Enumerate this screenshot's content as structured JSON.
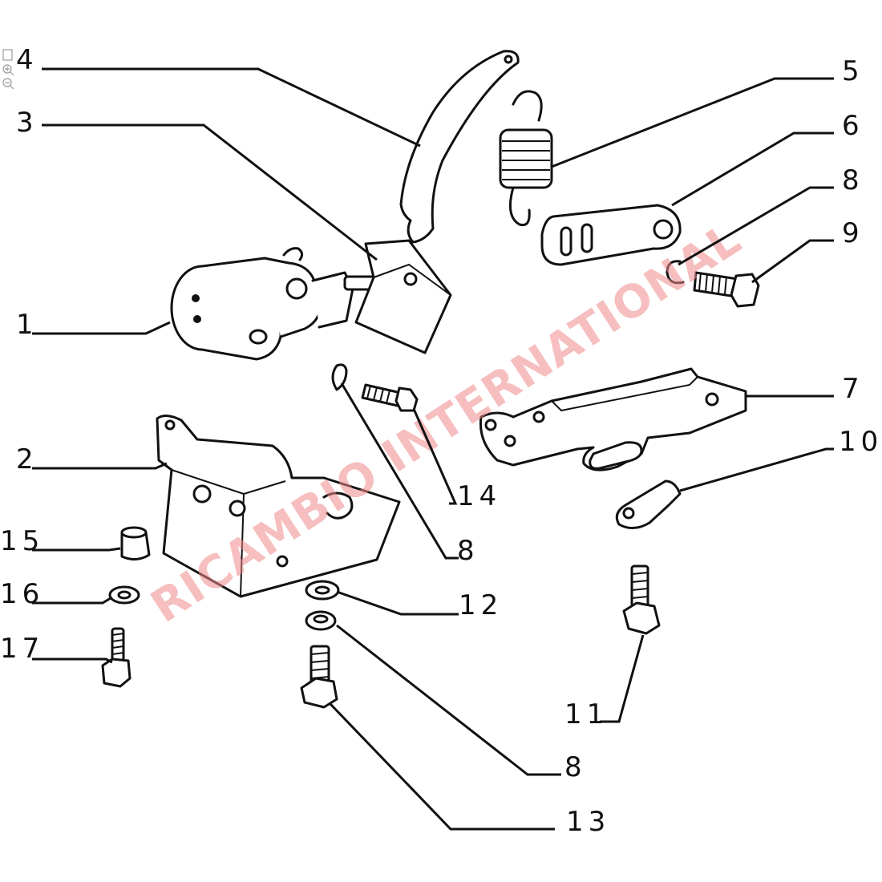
{
  "watermark": {
    "text": "RICAMBIO INTERNATIONAL",
    "color": "#f08a8a"
  },
  "toolbar_icons": [
    "page-icon",
    "zoom-in-icon",
    "zoom-out-icon"
  ],
  "callouts": {
    "c1": "1",
    "c2": "2",
    "c3": "3",
    "c4": "4",
    "c5": "5",
    "c6": "6",
    "c7": "7",
    "c8a": "8",
    "c8b": "8",
    "c8c": "8",
    "c9": "9",
    "c10": "10",
    "c11": "11",
    "c12": "12",
    "c13": "13",
    "c14": "14",
    "c15": "15",
    "c16": "16",
    "c17": "17"
  }
}
